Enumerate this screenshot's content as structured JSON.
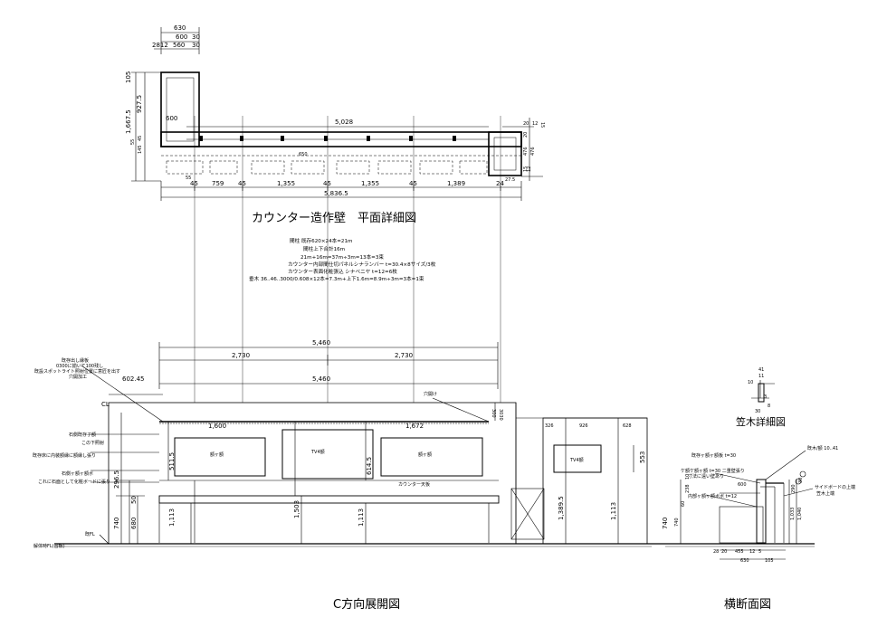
{
  "titles": {
    "plan": "カウンター造作壁　平面詳細図",
    "elevation": "C方向展開図",
    "section": "横断面図",
    "baseboard": "笠木詳細図"
  },
  "plan_notes": [
    "間柱 既存620×24本=21m",
    "間柱上下合計16m",
    "21m+16m=37m÷3m=13本=3束",
    "カウンター内部間仕切パネルシナランバー t=30.4×8サイズ/3枚",
    "カウンター表面化粧張込 シナベニヤ t=12=6枚",
    "垂木 36..46..3000/0.608×12本=7.3m+上下1.6m=8.9m÷3m=3本=1束"
  ],
  "plan_dims": {
    "top_total": "630",
    "top_sub": [
      "600",
      "30"
    ],
    "top_parts": [
      "2812",
      "560",
      "30"
    ],
    "side_left": [
      "105",
      "927.5",
      "1,667.5",
      "145",
      "45",
      "55"
    ],
    "inner_600": "600",
    "top_run": "5,028",
    "right_small": [
      "20",
      "12",
      "15",
      "8"
    ],
    "depth_650": "650",
    "right_side": [
      "20",
      "476",
      "476",
      "15",
      "12",
      "27.5"
    ],
    "bottom_segments": [
      "45",
      "759",
      "45",
      "1,355",
      "45",
      "1,355",
      "45",
      "1,389",
      "24"
    ],
    "bottom_total": "5,836.5",
    "left_start": "55"
  },
  "elevation_dims": {
    "total_top": "5,460",
    "halves": [
      "2,730",
      "2,730"
    ],
    "total_bottom": "5,460",
    "left_offset": "602.45",
    "cl": "CL",
    "hole_label": "穴開け",
    "right_small": [
      "300",
      "3030"
    ],
    "panel_widths": [
      "1,600",
      "1,672"
    ],
    "panel_heights": [
      "511.5",
      "614.5"
    ],
    "panel_labels": [
      "額ヶ額",
      "TV4額",
      "額ヶ額",
      "TV4額"
    ],
    "counter_label": "カウンター天板",
    "vertical": [
      "296.5",
      "50",
      "740",
      "680",
      "1,113",
      "1,503",
      "1,113"
    ],
    "right_block_widths": [
      "326",
      "926",
      "628"
    ],
    "right_block_vertical": [
      "553",
      "1,389.5",
      "1,113",
      "740"
    ],
    "floor": "既FL",
    "floor_base": "解体時FL(合板)"
  },
  "elevation_notes": [
    "既存出し縁板",
    "0300に揃いて100残し",
    "既設スポットライト照射位置に意匠を出す",
    "穴開加工",
    "石側既存子額",
    "この下照射",
    "既存床に内装額縁に額縁し張り",
    "石側ヶ額ヶ額ボ",
    "これに石面として化粧ボードに張り"
  ],
  "section_dims": {
    "top_small": [
      "41",
      "11",
      "10",
      "3",
      "30",
      "8"
    ],
    "notes": [
      "既存ヶ額ヶ額板 t=30",
      "ケ額ケ額ヶ額 t=30 二重壁張り",
      "寸法に遠い壁あり",
      "内部ヶ額ヶ額ボボ t=12",
      "既木/額 10..41",
      "サイドボードの上端",
      "笠木上端"
    ],
    "dims": [
      "600",
      "290",
      "238",
      "10",
      "30",
      "740",
      "60",
      "1,033",
      "1,040",
      "20",
      "455",
      "12",
      "5",
      "28",
      "630",
      "105"
    ]
  }
}
